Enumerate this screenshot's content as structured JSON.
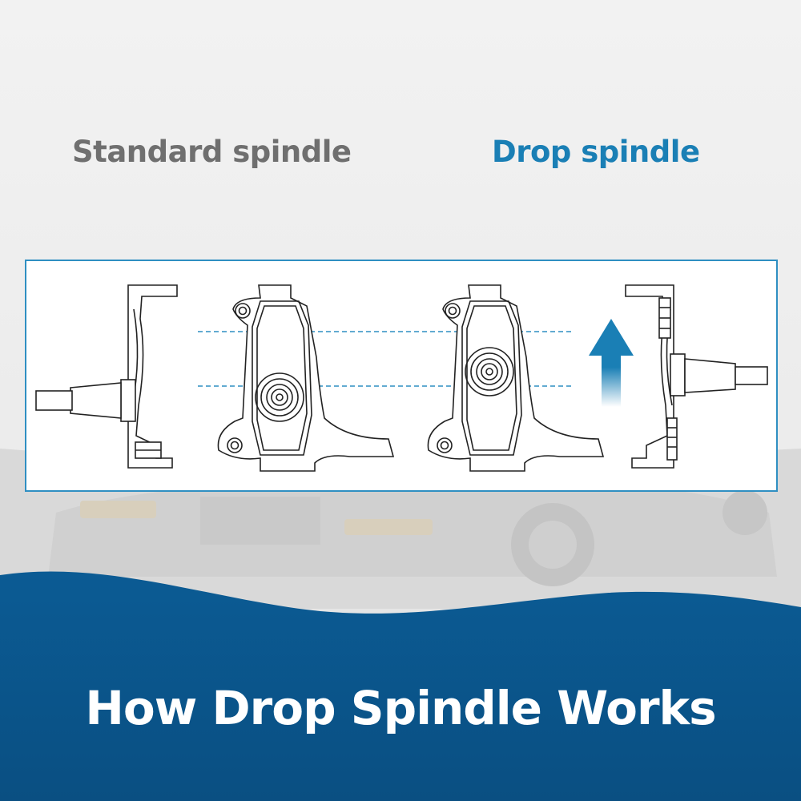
{
  "headings": {
    "standard": "Standard spindle",
    "drop": "Drop spindle"
  },
  "footer": {
    "title": "How Drop Spindle Works"
  },
  "colors": {
    "standard_label": "#6f6f6f",
    "drop_label": "#1a7fb5",
    "panel_border": "#2f8fc2",
    "wave_blue": "#0d5f99",
    "arrow_blue": "#1a7fb5"
  },
  "icons": {
    "arrow": "arrow-up-icon"
  }
}
